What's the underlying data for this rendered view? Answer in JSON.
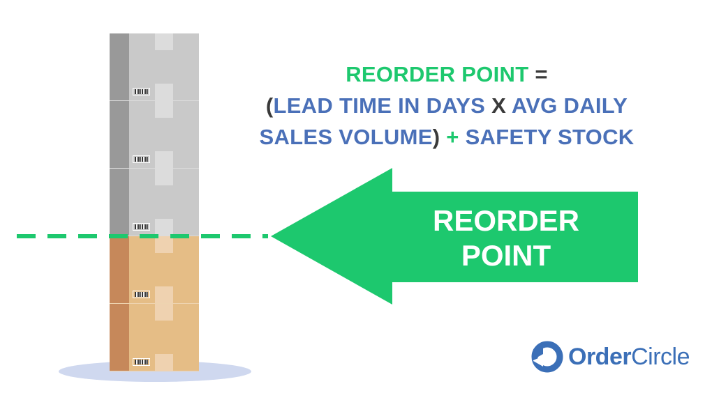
{
  "formula": {
    "term_reorder_point": "REORDER POINT",
    "equals": "=",
    "open_paren": "(",
    "term_lead_time": "LEAD TIME IN DAYS",
    "times": "X",
    "term_avg_daily_1": "AVG DAILY",
    "term_sales_volume": "SALES VOLUME",
    "close_paren": ")",
    "plus": "+",
    "term_safety_stock": "SAFETY STOCK"
  },
  "arrow": {
    "line1": "REORDER",
    "line2": "POINT"
  },
  "stack": {
    "boxes": [
      "gray",
      "gray",
      "gray",
      "brown",
      "brown"
    ]
  },
  "logo": {
    "bold_part": "Order",
    "light_part": "Circle",
    "icon": "ordercircle-logo-icon"
  },
  "colors": {
    "green": "#1dc86e",
    "blue": "#4a70b8",
    "dark": "#3a3a3a",
    "gray_box": "#c9c9c9",
    "brown_box": "#e5bd86",
    "shadow": "#cfd8ef"
  }
}
